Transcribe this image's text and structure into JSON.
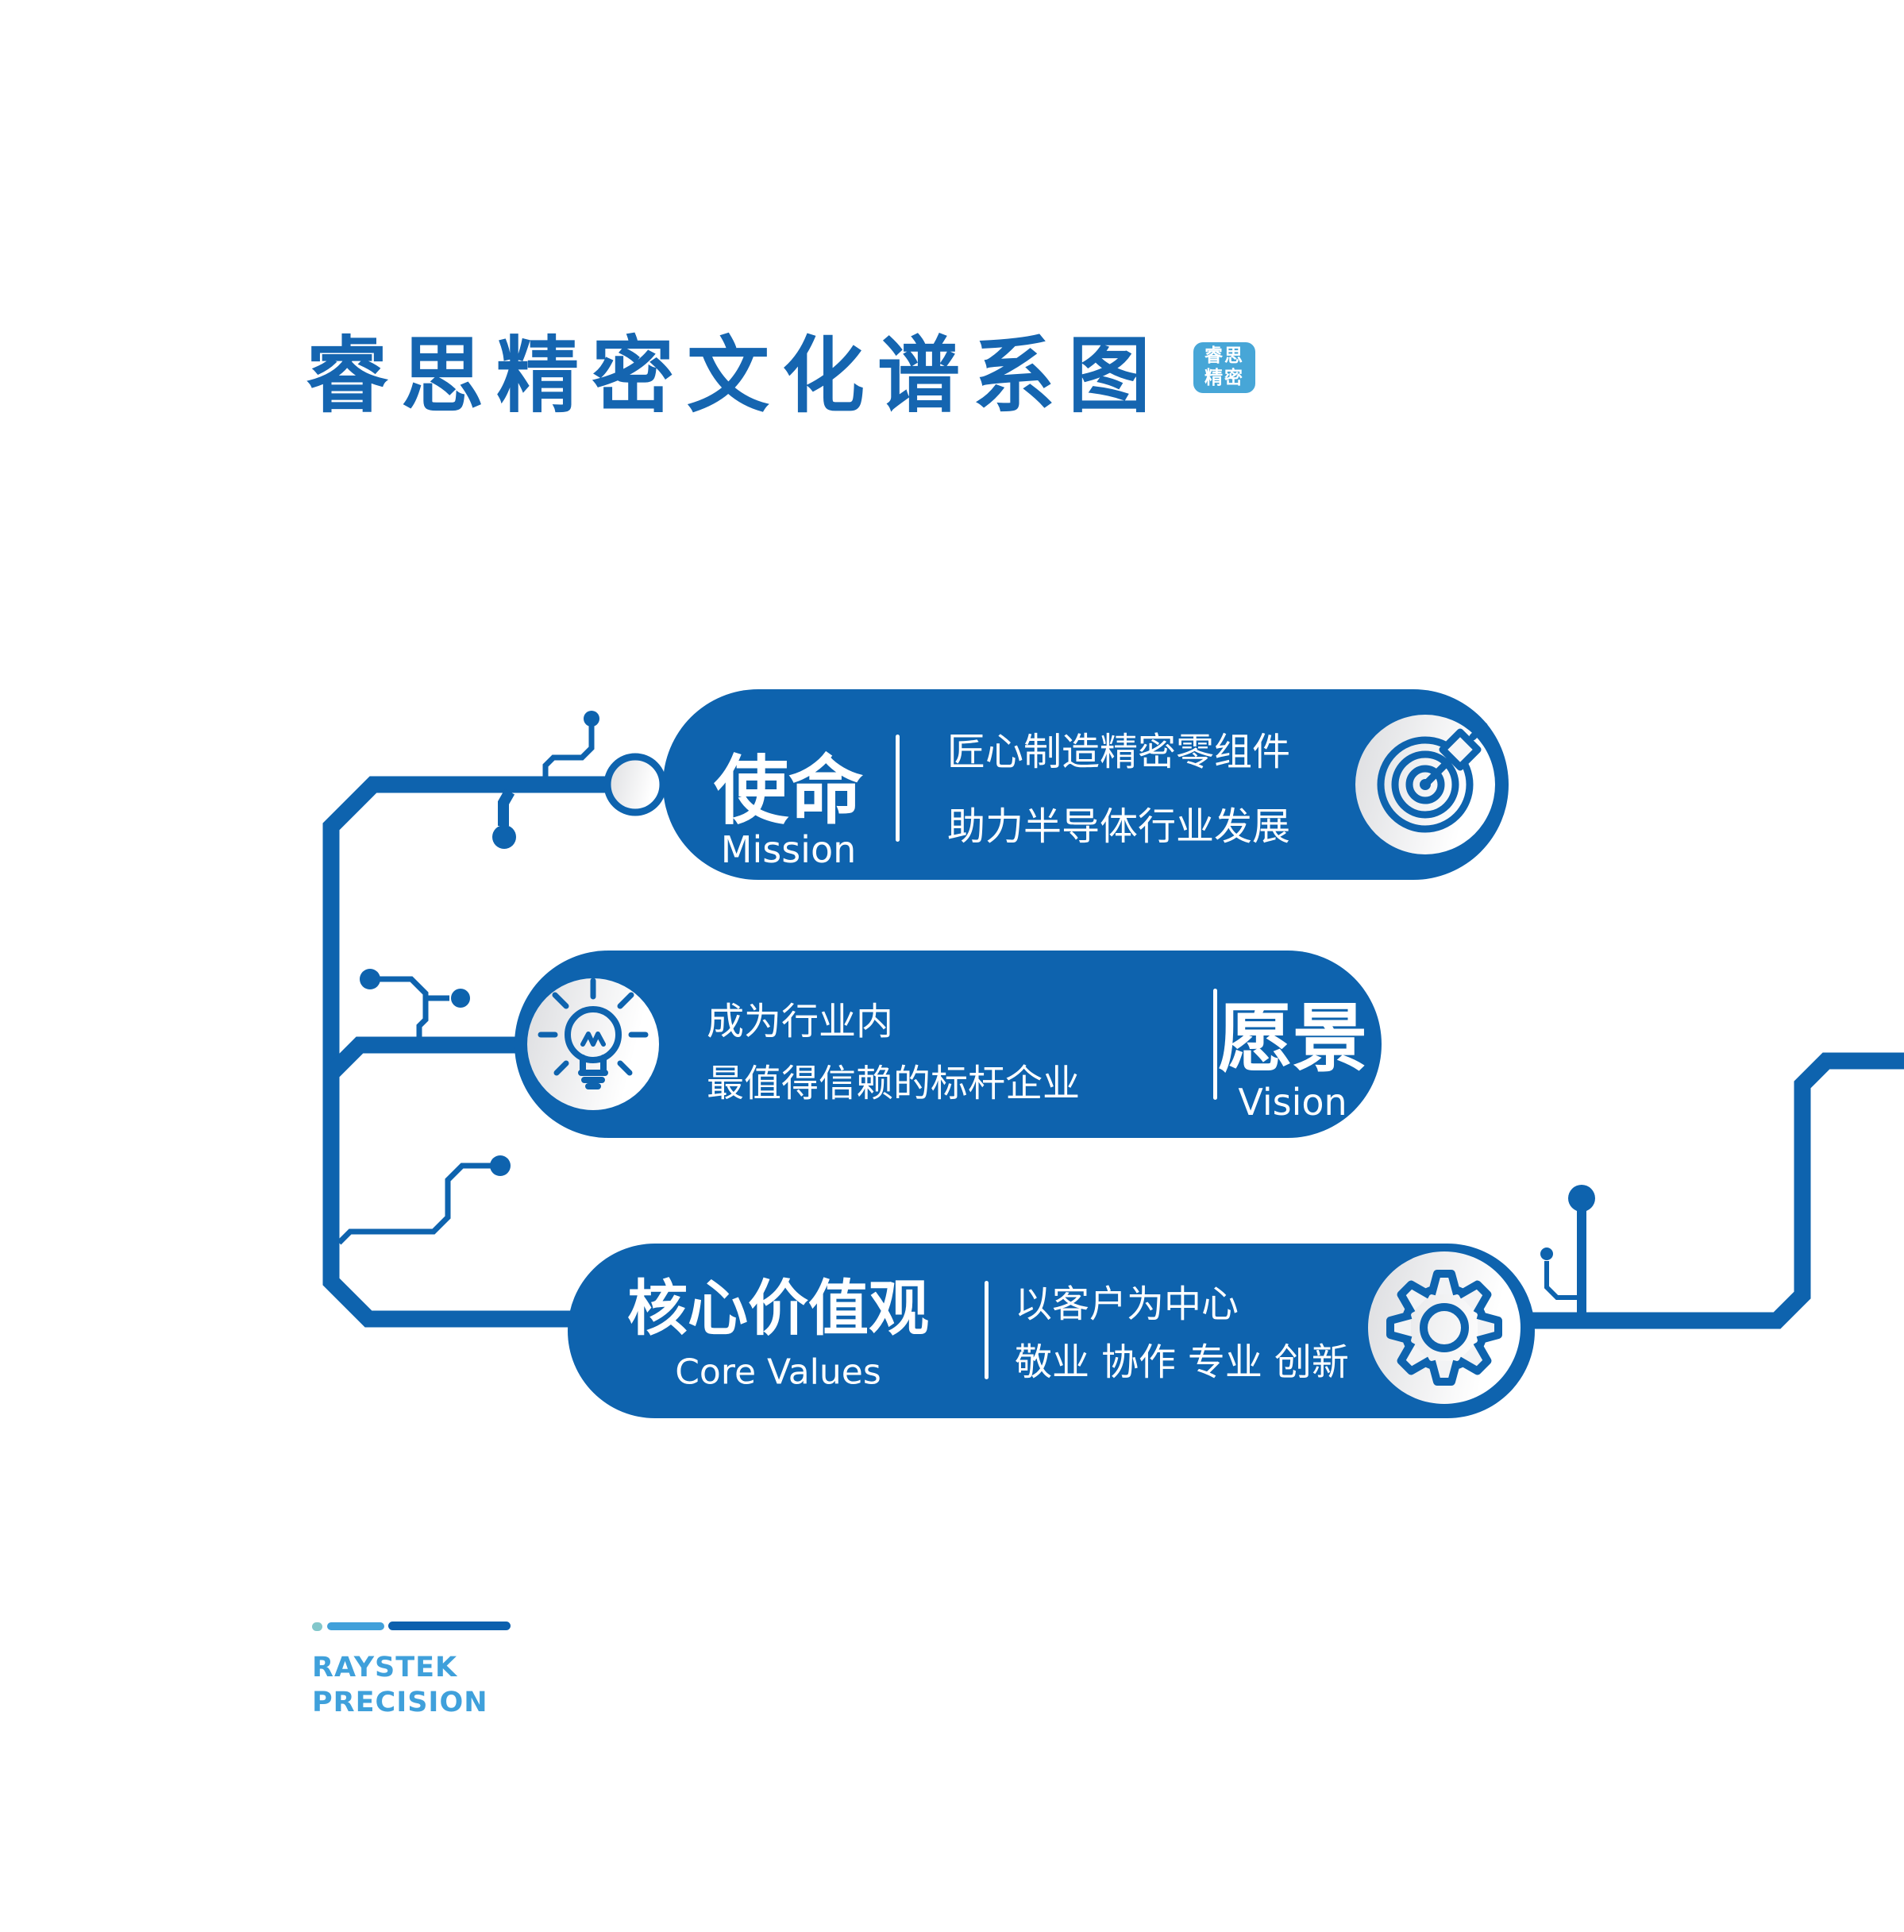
{
  "colors": {
    "primary_blue": "#0e63ae",
    "title_blue": "#1565b0",
    "badge_blue": "#47a6d7",
    "logo_light_blue": "#41a0da",
    "logo_dark_blue": "#0c60ae",
    "logo_teal": "#82c7cb",
    "circle_gradient_gray": "#dcdde0"
  },
  "title": {
    "text": "睿思精密文化谱系图",
    "badge_line1": "睿思",
    "badge_line2": "精密"
  },
  "rows": [
    {
      "zh": "使命",
      "en": "Mission",
      "desc_line1": "匠心制造精密零组件",
      "desc_line2": "助力半导体行业发展",
      "icon": "target-icon"
    },
    {
      "zh": "愿景",
      "en": "Vision",
      "desc_line1": "成为行业内",
      "desc_line2": "最值得信赖的标杆企业",
      "icon": "lightbulb-icon"
    },
    {
      "zh": "核心价值观",
      "en": "Core Values",
      "desc_line1": "以客户为中心",
      "desc_line2": "敬业 协作 专业 创新",
      "icon": "gear-icon"
    }
  ],
  "footer_logo": {
    "line1": "RAYSTEK",
    "line2": "PRECISION"
  }
}
